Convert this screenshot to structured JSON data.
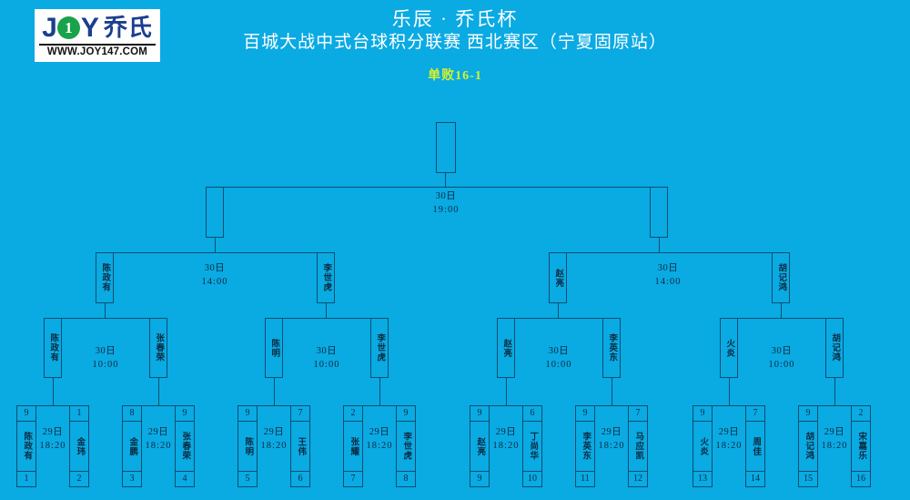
{
  "logo": {
    "letter_j": "J",
    "letter_o": "1",
    "letter_y": "Y",
    "brand_cn": "乔氏",
    "url": "WWW.JOY147.COM"
  },
  "header": {
    "title_main": "乐辰 · 乔氏杯",
    "title_sub": "百城大战中式台球积分联赛  西北赛区（宁夏固原站）",
    "stage_label": "单败16-1",
    "stage_color": "#d8f22a",
    "background_color": "#0aaae3",
    "line_color": "#0a4f70"
  },
  "bracket": {
    "round_of_16": {
      "matches": [
        {
          "date": "29日",
          "time": "18:20",
          "top": {
            "seed": "9",
            "name": "陈政有",
            "num": "1"
          },
          "bottom": {
            "seed": "1",
            "name": "金玮",
            "num": "2"
          }
        },
        {
          "date": "29日",
          "time": "18:20",
          "top": {
            "seed": "8",
            "name": "金鹏",
            "num": "3"
          },
          "bottom": {
            "seed": "9",
            "name": "张春荣",
            "num": "4"
          }
        },
        {
          "date": "29日",
          "time": "18:20",
          "top": {
            "seed": "9",
            "name": "陈明",
            "num": "5"
          },
          "bottom": {
            "seed": "7",
            "name": "王伟",
            "num": "6"
          }
        },
        {
          "date": "29日",
          "time": "18:20",
          "top": {
            "seed": "2",
            "name": "张耀",
            "num": "7"
          },
          "bottom": {
            "seed": "9",
            "name": "李世虎",
            "num": "8"
          }
        },
        {
          "date": "29日",
          "time": "18:20",
          "top": {
            "seed": "9",
            "name": "赵亮",
            "num": "9"
          },
          "bottom": {
            "seed": "6",
            "name": "丁尚华",
            "num": "10"
          }
        },
        {
          "date": "29日",
          "time": "18:20",
          "top": {
            "seed": "9",
            "name": "李英东",
            "num": "11"
          },
          "bottom": {
            "seed": "7",
            "name": "马应凯",
            "num": "12"
          }
        },
        {
          "date": "29日",
          "time": "18:20",
          "top": {
            "seed": "9",
            "name": "火炎",
            "num": "13"
          },
          "bottom": {
            "seed": "7",
            "name": "周佳",
            "num": "14"
          }
        },
        {
          "date": "29日",
          "time": "18:20",
          "top": {
            "seed": "9",
            "name": "胡记鸿",
            "num": "15"
          },
          "bottom": {
            "seed": "2",
            "name": "宋嘉乐",
            "num": "16"
          }
        }
      ]
    },
    "quarter_finals": {
      "matches": [
        {
          "date": "30日",
          "time": "10:00",
          "top": {
            "name": "陈政有"
          },
          "bottom": {
            "name": "张春荣"
          }
        },
        {
          "date": "30日",
          "time": "10:00",
          "top": {
            "name": "陈明"
          },
          "bottom": {
            "name": "李世虎"
          }
        },
        {
          "date": "30日",
          "time": "10:00",
          "top": {
            "name": "赵亮"
          },
          "bottom": {
            "name": "李英东"
          }
        },
        {
          "date": "30日",
          "time": "10:00",
          "top": {
            "name": "火炎"
          },
          "bottom": {
            "name": "胡记鸿"
          }
        }
      ]
    },
    "semi_finals": {
      "matches": [
        {
          "date": "30日",
          "time": "14:00",
          "top": {
            "name": ""
          },
          "bottom": {
            "name": ""
          }
        },
        {
          "date": "30日",
          "time": "14:00",
          "top": {
            "name": ""
          },
          "bottom": {
            "name": ""
          }
        }
      ]
    },
    "final": {
      "date": "30日",
      "time": "19:00",
      "champion": {
        "name": ""
      }
    }
  }
}
